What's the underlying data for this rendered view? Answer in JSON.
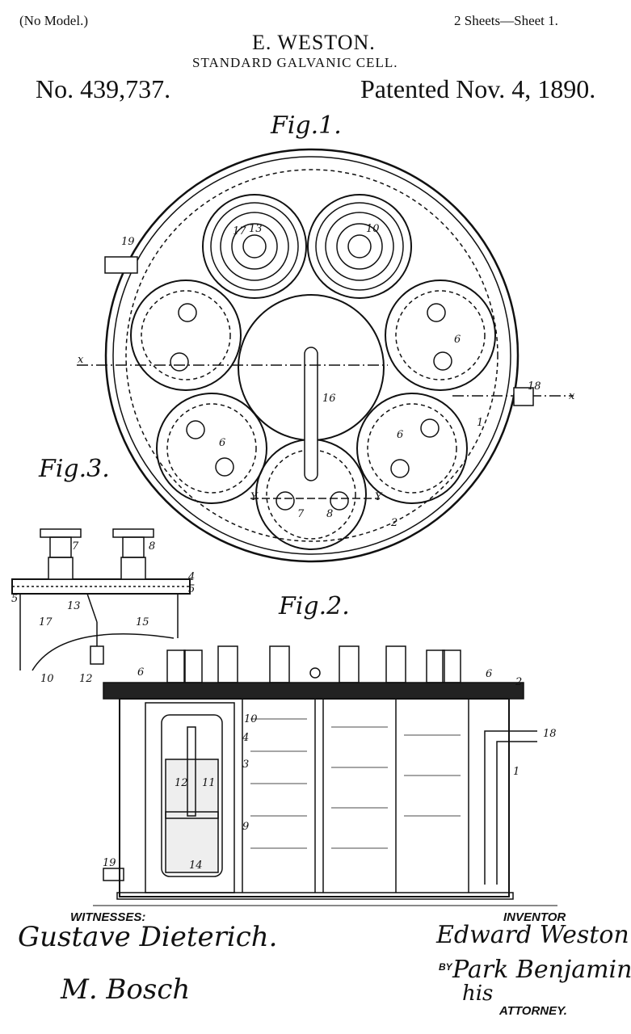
{
  "header": {
    "model_note": "(No Model.)",
    "sheets": "2 Sheets—Sheet 1.",
    "inventor_name": "E. WESTON.",
    "title": "STANDARD GALVANIC CELL.",
    "patent_number": "No. 439,737.",
    "patent_date": "Patented Nov. 4, 1890."
  },
  "figures": {
    "fig1": {
      "label": "Fig.1.",
      "numerals": [
        "19",
        "17",
        "13",
        "10",
        "6",
        "18",
        "16",
        "1",
        "6",
        "6",
        "7",
        "8",
        "2",
        "x",
        "x",
        "Y",
        "Y"
      ]
    },
    "fig2": {
      "label": "Fig.2.",
      "numerals": [
        "6",
        "6",
        "2",
        "10",
        "4",
        "3",
        "12",
        "11",
        "9",
        "14",
        "19",
        "18",
        "1"
      ]
    },
    "fig3": {
      "label": "Fig.3.",
      "numerals": [
        "7",
        "8",
        "4",
        "5",
        "5",
        "13",
        "17",
        "15",
        "10",
        "12"
      ]
    }
  },
  "footer": {
    "witnesses_label": "WITNESSES:",
    "witness_1": "Gustave Dieterich.",
    "witness_2": "M. Bosch",
    "inventor_label": "INVENTOR",
    "inventor_signature": "Edward Weston",
    "by_label": "BY",
    "attorney_signature": "Park Benjamin",
    "his_label": "his",
    "attorney_label": "ATTORNEY."
  }
}
